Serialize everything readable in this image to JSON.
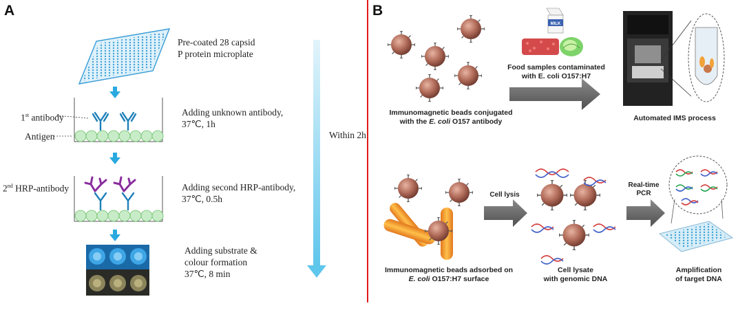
{
  "panel_a": {
    "letter": "A",
    "step1": {
      "line1": "Pre-coated 28 capsid",
      "line2": "P protein microplate"
    },
    "label_first_antibody_pre": "1",
    "label_first_antibody_sup": "st",
    "label_first_antibody_post": " antibody",
    "label_antigen": "Antigen",
    "step2": {
      "line1": "Adding unknown antibody,",
      "line2": "37℃, 1h"
    },
    "label_second_pre": "2",
    "label_second_sup": "nd",
    "label_second_post": " HRP-antibody",
    "step3": {
      "line1": "Adding second HRP-antibody,",
      "line2": "37℃, 0.5h"
    },
    "step4": {
      "line1": "Adding substrate &",
      "line2": "colour formation",
      "line3": "37℃, 8 min"
    },
    "time_label": "Within 2h"
  },
  "panel_b": {
    "letter": "B",
    "beads_caption_line1": "Immunomagnetic beads conjugated",
    "beads_caption_pre": "with the ",
    "beads_caption_italic": "E. coli",
    "beads_caption_post": " O157 antibody",
    "food_caption_line1": "Food samples contaminated",
    "food_caption_line2": "with E. coli O157:H7",
    "milk_label": "MILK",
    "ims_caption": "Automated IMS process",
    "adsorbed_caption_line1": "Immunomagnetic beads adsorbed on",
    "adsorbed_caption_italic": "E. coli",
    "adsorbed_caption_post": " O157:H7 surface",
    "lysis_label": "Cell lysis",
    "lysate_caption_line1": "Cell lysate",
    "lysate_caption_line2": "with genomic DNA",
    "pcr_label_line1": "Real-time",
    "pcr_label_line2": "PCR",
    "amp_caption_line1": "Amplification",
    "amp_caption_line2": "of target DNA"
  },
  "colors": {
    "divider": "#e01818",
    "arrow_blue": "#29a9df",
    "antibody_blue": "#1e7fb8",
    "hrp_purple": "#8a2d9e",
    "antigen_green": "#c8ecc8",
    "bead": "#b06a58",
    "bacteria": "#f2a23a",
    "gray_arrow": "#666666"
  }
}
